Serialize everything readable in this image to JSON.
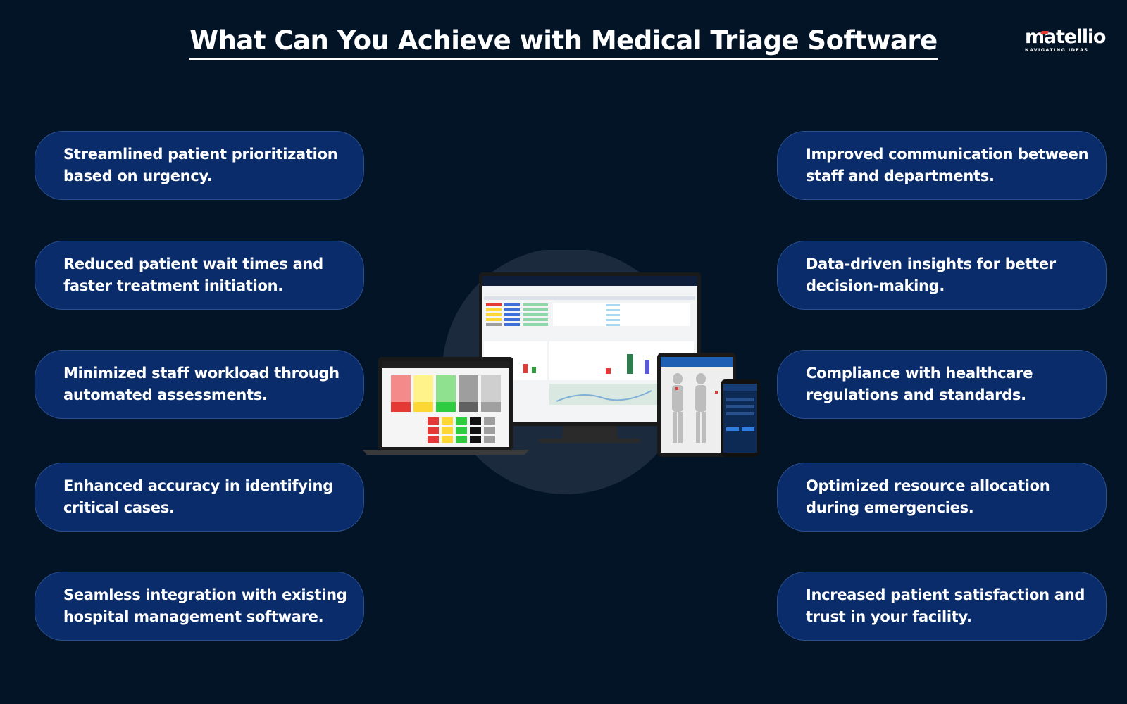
{
  "title": "What Can You Achieve with Medical Triage Software",
  "logo": {
    "wordmark": "matellio",
    "tagline": "NAVIGATING IDEAS"
  },
  "left_benefits": [
    {
      "text": "Streamlined patient prioritization based on urgency."
    },
    {
      "text": "Reduced patient wait times and faster treatment initiation."
    },
    {
      "text": "Minimized staff workload through automated assessments."
    },
    {
      "text": "Enhanced accuracy in identifying critical cases."
    },
    {
      "text": "Seamless integration with existing hospital management software."
    }
  ],
  "right_benefits": [
    {
      "text": "Improved communication between staff and departments."
    },
    {
      "text": "Data-driven insights for better decision-making."
    },
    {
      "text": "Compliance with healthcare regulations and standards."
    },
    {
      "text": "Optimized resource allocation during emergencies."
    },
    {
      "text": "Increased patient satisfaction and trust in your facility."
    }
  ],
  "colors": {
    "background": "#031426",
    "pill": "#0a2c6b",
    "pill_border": "#2a4f8f",
    "text": "#ffffff",
    "logo_accent": "#e53935"
  },
  "illustration": {
    "icon": "device-mockup-image"
  }
}
